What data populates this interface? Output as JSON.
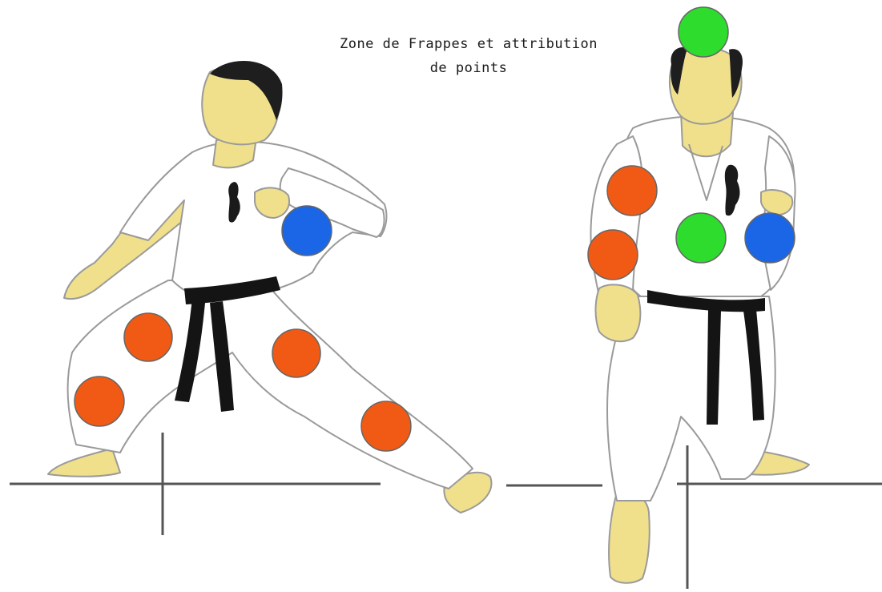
{
  "title": {
    "line1": "Zone de Frappes et attribution",
    "line2": "de points"
  },
  "colors": {
    "orange_zone": "#F05A14",
    "blue_zone": "#1A66E6",
    "green_zone": "#2EDC2E",
    "skin": "#F0E08C",
    "gi": "#FFFFFF",
    "belt": "#141414",
    "hair": "#1E1E1E",
    "outline": "#9A9A9A",
    "ground_line": "#555555"
  },
  "figures": [
    {
      "name": "left-fighter",
      "pose": "side-view-lunge"
    },
    {
      "name": "right-fighter",
      "pose": "front-view-kneel"
    }
  ],
  "markers": {
    "left_fighter": [
      "blue",
      "orange",
      "orange",
      "orange",
      "orange"
    ],
    "right_fighter": [
      "green",
      "orange",
      "orange",
      "green",
      "blue"
    ]
  }
}
